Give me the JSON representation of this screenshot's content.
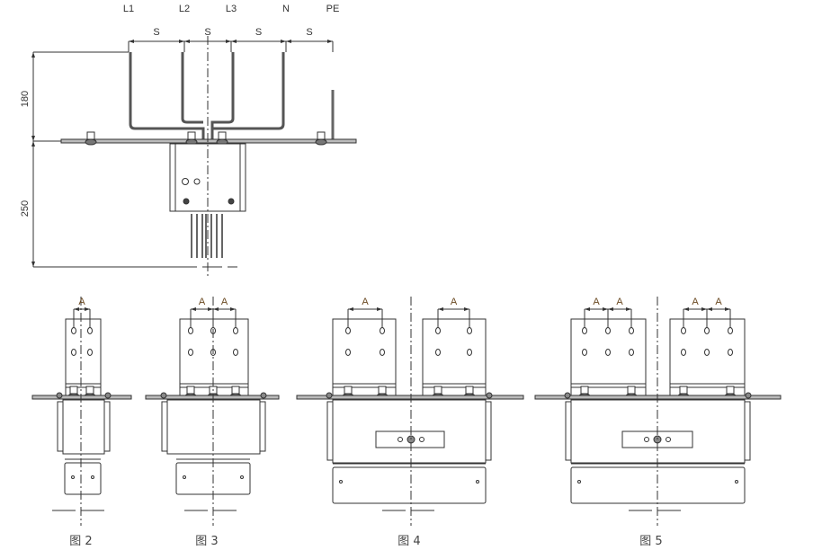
{
  "main_drawing": {
    "phase_labels": [
      "L1",
      "L2",
      "L3",
      "N",
      "PE"
    ],
    "spacing_labels": [
      "S",
      "S",
      "S",
      "S"
    ],
    "height_upper": "180",
    "height_lower": "250"
  },
  "figures": [
    {
      "caption": "图 2",
      "dim_labels": [
        "A"
      ]
    },
    {
      "caption": "图 3",
      "dim_labels": [
        "A",
        "A"
      ]
    },
    {
      "caption": "图 4",
      "dim_labels": [
        "A",
        "A"
      ]
    },
    {
      "caption": "图 5",
      "dim_labels": [
        "A",
        "A",
        "A",
        "A"
      ]
    }
  ]
}
